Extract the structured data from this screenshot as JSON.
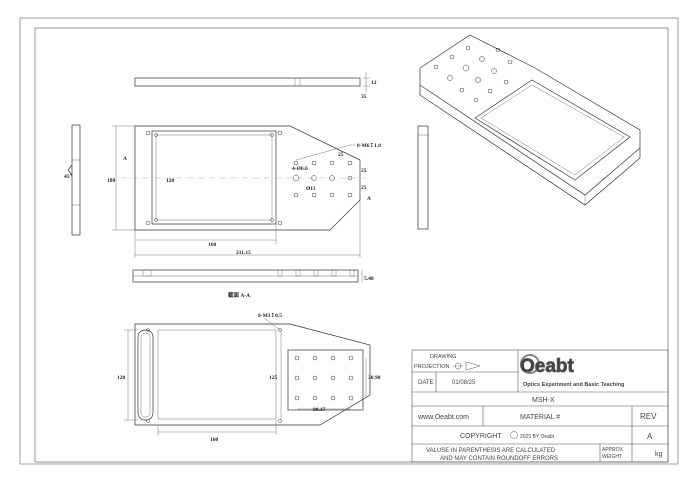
{
  "drawing": {
    "top_view": {
      "thickness_label": "12",
      "step_label": "35"
    },
    "main_view": {
      "label_A_left": "A",
      "label_A_right": "A",
      "height_label": "180",
      "inner_height_label": "120",
      "hole_note": "8-M6",
      "hole_note_suffix": "↧1.0",
      "spacing_label_1": "25",
      "spacing_label_2": "25",
      "spacing_label_3": "25",
      "hole_size_note": "4-Ø6.6",
      "center_hole_label": "Ø11",
      "width_label": "160",
      "total_width_label": "211.15",
      "angle_label": "45°"
    },
    "section_view": {
      "thickness_label": "5.48",
      "section_title": "截面 A-A"
    },
    "bottom_view": {
      "hole_note": "8-M3",
      "hole_note_suffix": "↧0.5",
      "height_label": "120",
      "inner_height_label": "125",
      "offset_label": "30.98",
      "width_label": "90.17",
      "bottom_width_label": "160"
    }
  },
  "title_block": {
    "drawing_label": "DRAWING",
    "projection_label": "PROJECTION",
    "date_label": "DATE",
    "date_value": "01/08/25",
    "logo_text": "Oeabt",
    "tagline": "Optics Experiment and Basic Teaching",
    "part_number": "MSH-X",
    "website": "www.Oeabt.com",
    "material_label": "MATERIAL #",
    "rev_label": "REV",
    "rev_value": "A",
    "copyright_label": "COPYRIGHT",
    "copyright_note": "2025 BY Oeabt",
    "disclaimer_line_1": "VALUSE IN PARENTHESIS ARE CALCULATED",
    "disclaimer_line_2": "AND MAY CONTAIN ROUNDOFF ERRORS",
    "approx_label": "APPROX",
    "weight_label": "WEIGHT",
    "weight_unit": "kg"
  }
}
